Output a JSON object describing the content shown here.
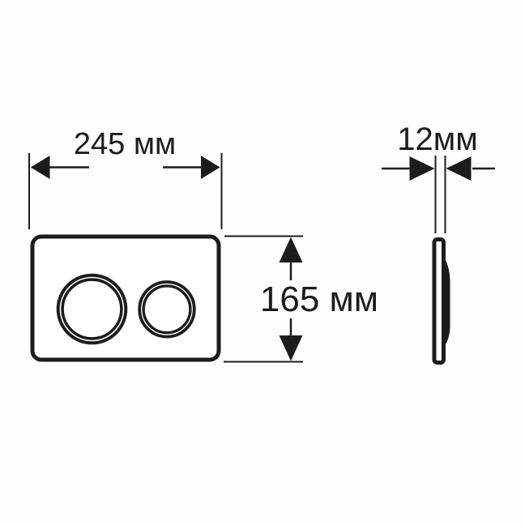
{
  "drawing": {
    "subject": "dual-flush-plate-dimension-drawing",
    "labels": {
      "width": "245 мм",
      "height": "165 мм",
      "depth": "12мм"
    },
    "palette": {
      "ink": "#1c1c1c",
      "background": "#fefefe"
    }
  }
}
